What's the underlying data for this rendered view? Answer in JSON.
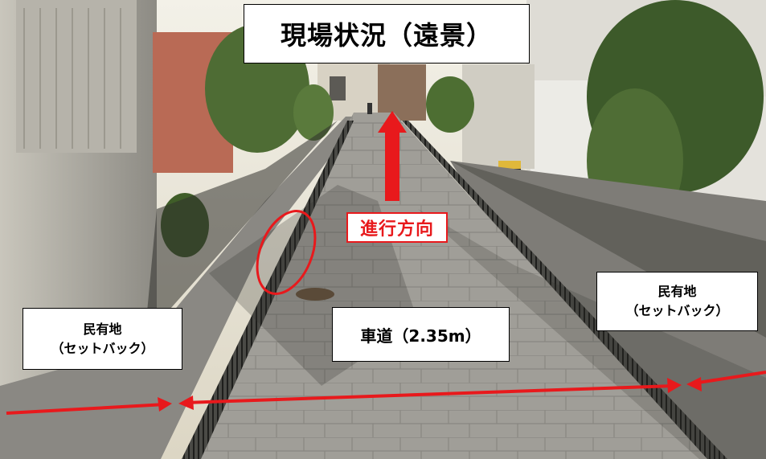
{
  "title": "現場状況（遠景）",
  "direction_label": "進行方向",
  "left_area": {
    "line1": "民有地",
    "line2": "（セットバック）"
  },
  "right_area": {
    "line1": "民有地",
    "line2": "（セットバック）"
  },
  "road_label": "車道（2.35m）",
  "colors": {
    "annotation_red": "#e8191c",
    "label_border": "#000000",
    "label_bg": "#ffffff"
  }
}
